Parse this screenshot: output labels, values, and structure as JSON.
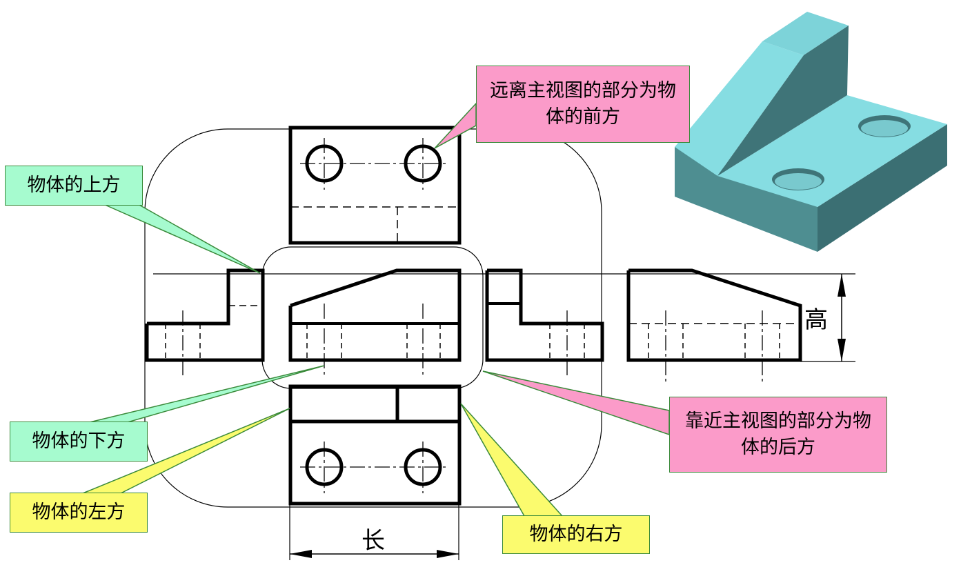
{
  "callouts": {
    "top": "物体的上方",
    "bottom": "物体的下方",
    "left": "物体的左方",
    "right": "物体的右方",
    "front": "远离主视图的部分为物体的前方",
    "back": "靠近主视图的部分为物体的后方"
  },
  "dimensions": {
    "length": "长",
    "height": "高"
  },
  "colors": {
    "green_fill": "#a6fbcf",
    "pink_fill": "#fb9bc9",
    "yellow_fill": "#fbfb6e",
    "callout_border": "#3a8a3a",
    "iso_top": "#86dde2",
    "iso_front": "#4e8e91",
    "iso_side": "#3b6f73"
  }
}
